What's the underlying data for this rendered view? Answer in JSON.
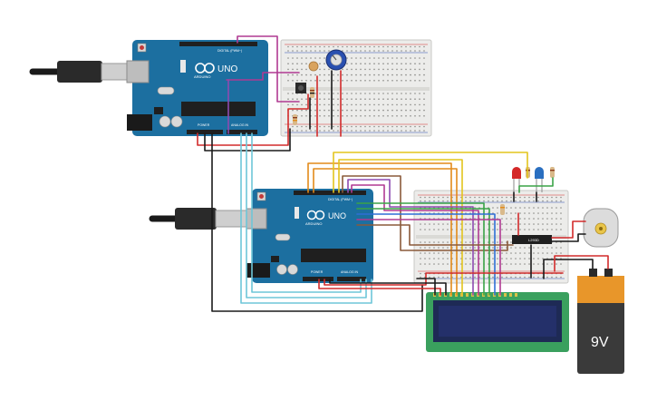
{
  "boards": [
    {
      "model_label": "UNO",
      "logo_label": "ARDUINO",
      "digital_label": "DIGITAL (PWM~)",
      "power_label": "POWER",
      "analog_label": "ANALOG IN"
    },
    {
      "model_label": "UNO",
      "logo_label": "ARDUINO",
      "digital_label": "DIGITAL (PWM~)",
      "power_label": "POWER",
      "analog_label": "ANALOG IN"
    }
  ],
  "driver_ic": {
    "label": "L293D"
  },
  "battery": {
    "label": "9V"
  },
  "colors": {
    "board": "#1c6fa0",
    "breadboard": "#ececea",
    "lcd_pcb": "#3aa05e",
    "lcd_screen": "#24306a",
    "wire_black": "#1a1a1a",
    "wire_red": "#d22b2b",
    "wire_cyan": "#6ec6d8",
    "wire_magenta": "#b03a92",
    "wire_orange": "#e28a1a",
    "wire_yellow": "#e3c51d",
    "wire_green": "#3aa447",
    "wire_brown": "#8a5a3a",
    "wire_purple": "#8e4ab0",
    "wire_blue": "#2f6fd6",
    "led_red": "#d42828",
    "led_blue": "#2a6fc0",
    "battery_body": "#3a3a3a",
    "battery_cap": "#e8962a"
  }
}
